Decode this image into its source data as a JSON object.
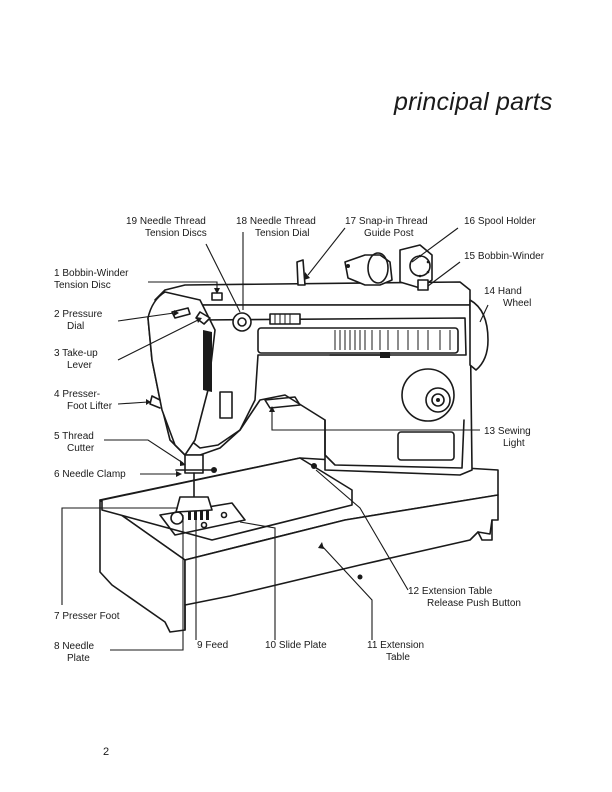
{
  "page": {
    "title": "principal parts",
    "page_number": "2"
  },
  "labels": [
    {
      "id": "bobbin-winder-tension-disc",
      "num": "1",
      "lines": [
        "1  Bobbin-Winder",
        "Tension Disc"
      ]
    },
    {
      "id": "pressure-dial",
      "num": "2",
      "lines": [
        "2  Pressure",
        "Dial"
      ]
    },
    {
      "id": "take-up-lever",
      "num": "3",
      "lines": [
        "3  Take-up",
        "Lever"
      ]
    },
    {
      "id": "presser-foot-lifter",
      "num": "4",
      "lines": [
        "4  Presser-",
        "Foot Lifter"
      ]
    },
    {
      "id": "thread-cutter",
      "num": "5",
      "lines": [
        "5  Thread",
        "Cutter"
      ]
    },
    {
      "id": "needle-clamp",
      "num": "6",
      "lines": [
        "6  Needle Clamp"
      ]
    },
    {
      "id": "presser-foot",
      "num": "7",
      "lines": [
        "7  Presser Foot"
      ]
    },
    {
      "id": "needle-plate",
      "num": "8",
      "lines": [
        "8  Needle",
        "Plate"
      ]
    },
    {
      "id": "feed",
      "num": "9",
      "lines": [
        "9  Feed"
      ]
    },
    {
      "id": "slide-plate",
      "num": "10",
      "lines": [
        "10  Slide Plate"
      ]
    },
    {
      "id": "extension-table",
      "num": "11",
      "lines": [
        "11  Extension",
        "Table"
      ]
    },
    {
      "id": "extension-table-release",
      "num": "12",
      "lines": [
        "12  Extension Table",
        "Release Push Button"
      ]
    },
    {
      "id": "sewing-light",
      "num": "13",
      "lines": [
        "13  Sewing",
        "Light"
      ]
    },
    {
      "id": "hand-wheel",
      "num": "14",
      "lines": [
        "14  Hand",
        "Wheel"
      ]
    },
    {
      "id": "bobbin-winder",
      "num": "15",
      "lines": [
        "15  Bobbin-Winder"
      ]
    },
    {
      "id": "spool-holder",
      "num": "16",
      "lines": [
        "16  Spool Holder"
      ]
    },
    {
      "id": "snap-in-thread-guide-post",
      "num": "17",
      "lines": [
        "17  Snap-in Thread",
        "Guide Post"
      ]
    },
    {
      "id": "needle-thread-tension-dial",
      "num": "18",
      "lines": [
        "18  Needle Thread",
        "Tension Dial"
      ]
    },
    {
      "id": "needle-thread-tension-discs",
      "num": "19",
      "lines": [
        "19  Needle Thread",
        "Tension Discs"
      ]
    }
  ]
}
